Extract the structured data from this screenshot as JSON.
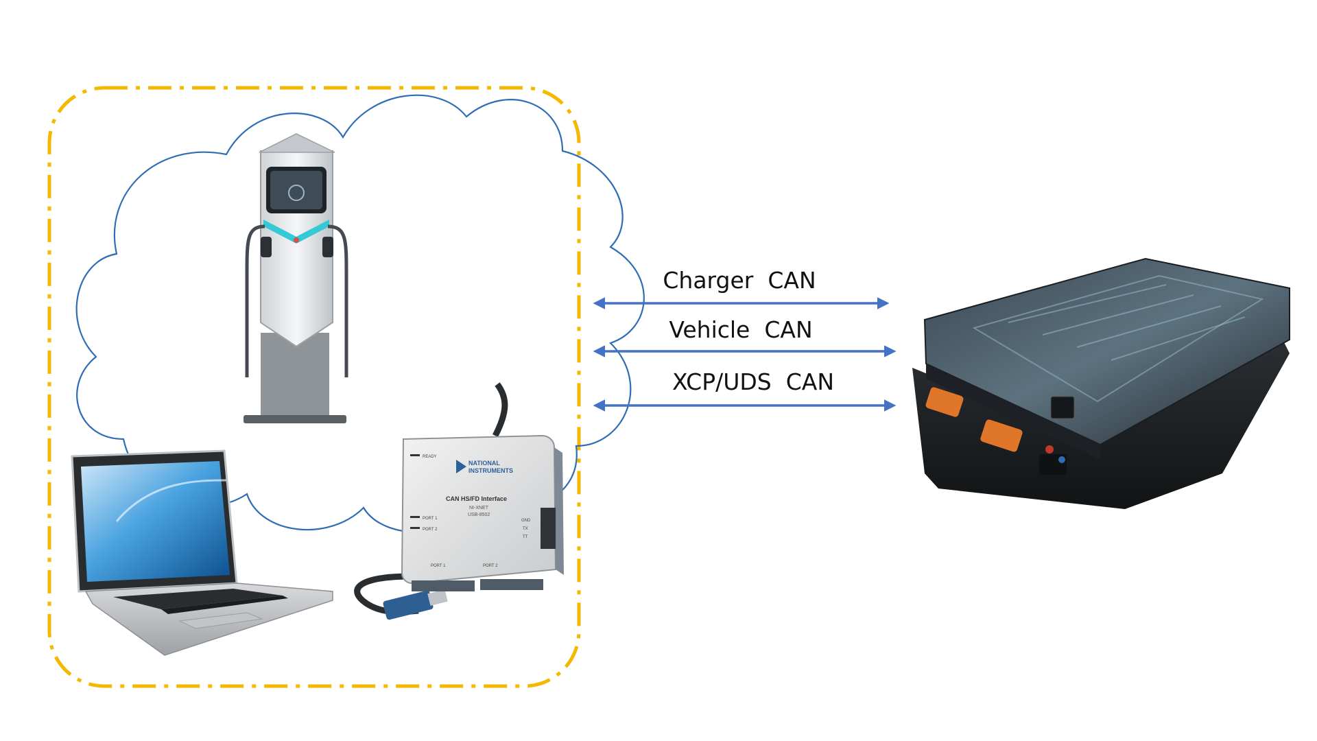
{
  "links": [
    {
      "label": "Charger  CAN"
    },
    {
      "label": "Vehicle  CAN"
    },
    {
      "label": "XCP/UDS  CAN"
    }
  ],
  "ni_device": {
    "brand_line1": "NATIONAL",
    "brand_line2": "INSTRUMENTS",
    "title": "CAN HS/FD Interface",
    "model_line1": "NI-XNET",
    "model_line2": "USB-8502",
    "led_ready": "READY",
    "led_port1": "PORT 1",
    "led_port2": "PORT 2",
    "pin_gnd": "GND",
    "pin_tx": "TX",
    "pin_tt": "TT",
    "port1_label": "PORT 1",
    "port2_label": "PORT 2"
  },
  "colors": {
    "boundary": "#F5B800",
    "cloud_stroke": "#2E6DB5",
    "arrow": "#4472C4",
    "charger_accent": "#35C9D6",
    "connector_orange": "#E0762A"
  }
}
